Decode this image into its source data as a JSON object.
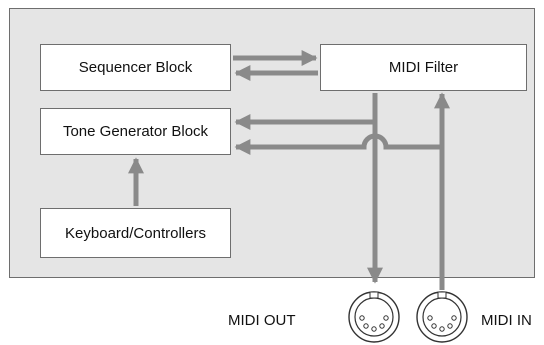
{
  "blocks": {
    "sequencer": "Sequencer Block",
    "midi_filter": "MIDI Filter",
    "tone_generator": "Tone Generator Block",
    "keyboard": "Keyboard/Controllers"
  },
  "ports": {
    "out": "MIDI OUT",
    "in": "MIDI IN"
  },
  "colors": {
    "panel": "#e5e5e5",
    "arrow": "#8a8a8a",
    "border": "#6e6e6e"
  }
}
